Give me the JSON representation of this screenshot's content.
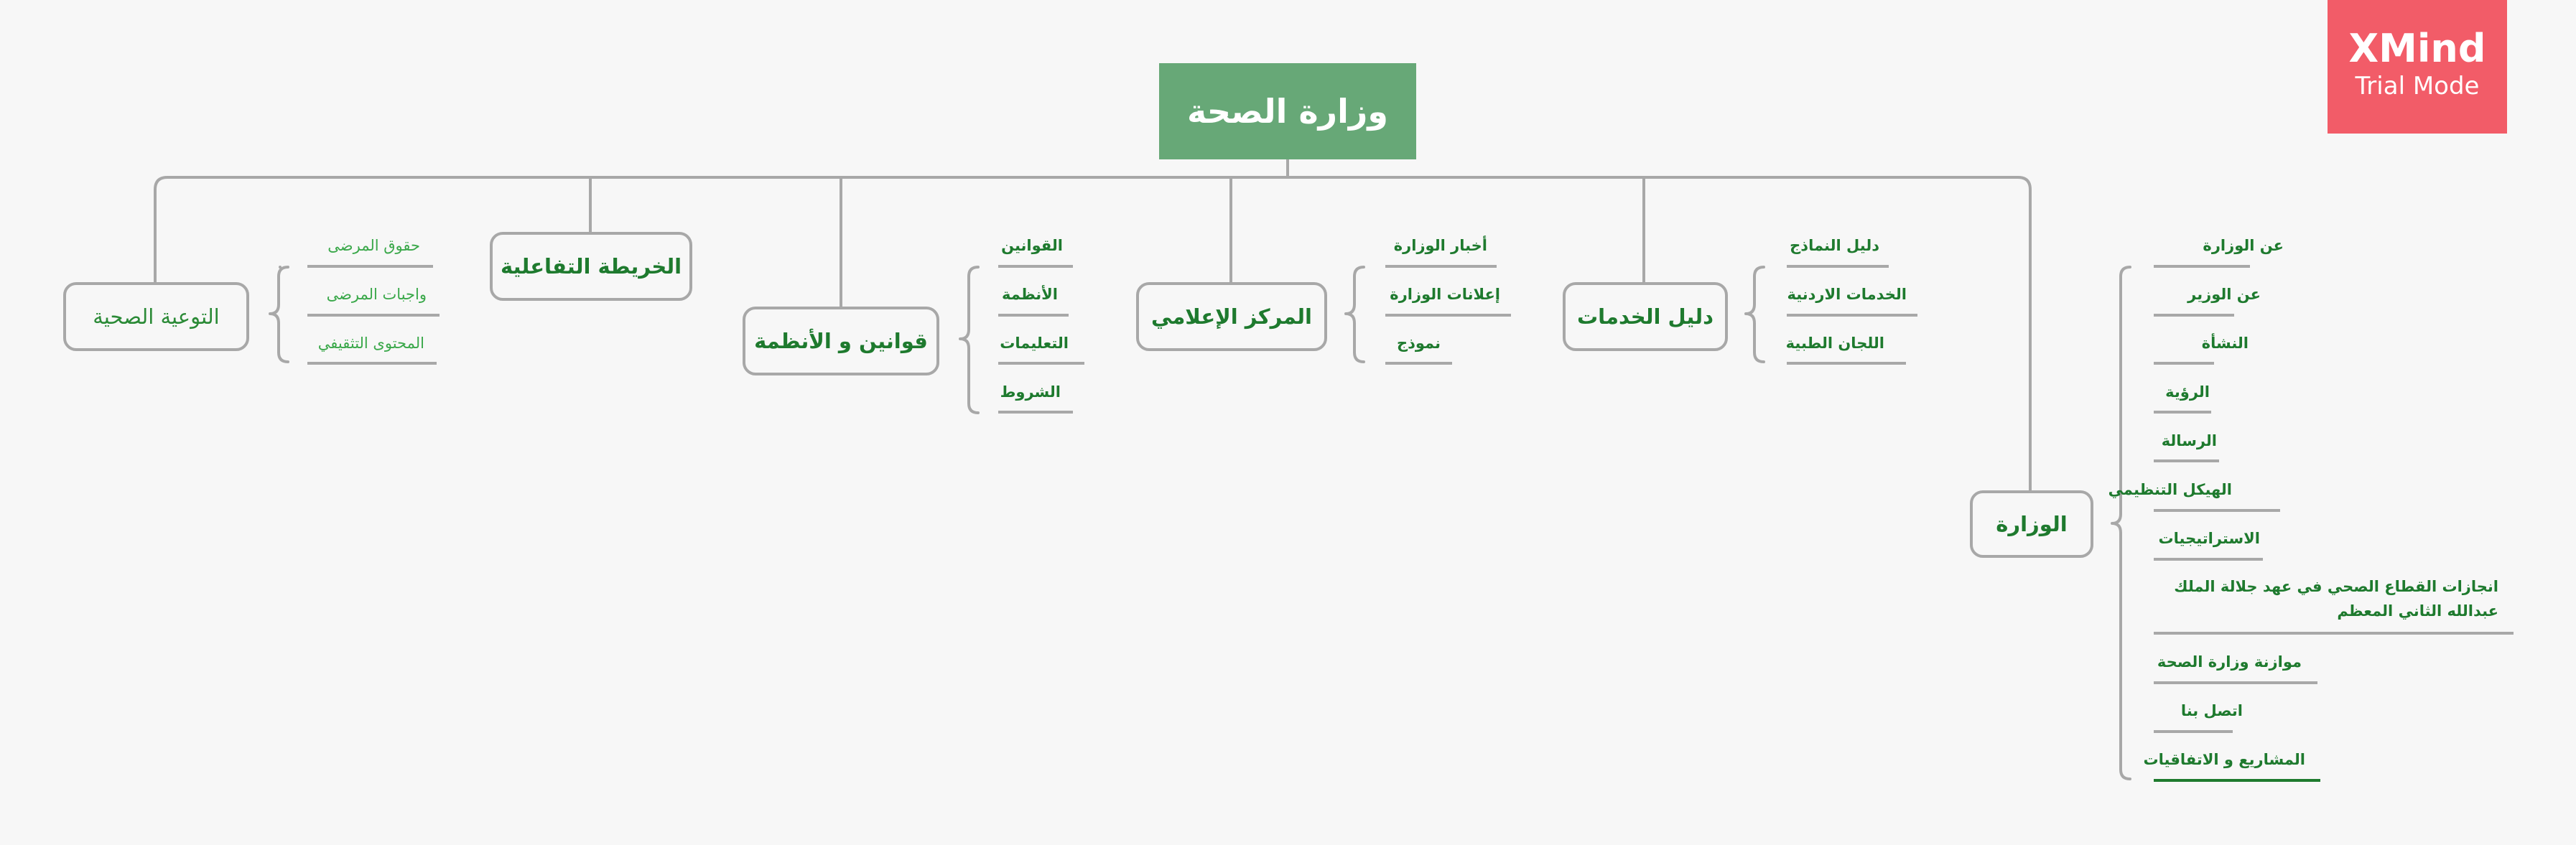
{
  "root": {
    "title": "وزارة الصحة"
  },
  "badge": {
    "brand": "XMind",
    "mode": "Trial Mode"
  },
  "branches": {
    "awareness": {
      "label": "التوعية الصحية",
      "items": [
        "حقوق المرضى",
        "واجبات المرضى",
        "المحتوى التثقيفي"
      ]
    },
    "map": {
      "label": "الخريطة التفاعلية"
    },
    "laws": {
      "label": "قوانين و الأنظمة",
      "items": [
        "القوانين",
        "الأنظمة",
        "التعليمات",
        "الشروط"
      ]
    },
    "media": {
      "label": "المركز الإعلامي",
      "items": [
        "أخبار الوزارة",
        "إعلانات الوزارة",
        "نموذج"
      ]
    },
    "services": {
      "label": "دليل الخدمات",
      "items": [
        "دليل النماذج",
        "الخدمات الاردنية",
        "اللجان الطبية"
      ]
    },
    "ministry": {
      "label": "الوزارة",
      "items": [
        "عن الوزارة",
        "عن الوزير",
        "النشأة",
        "الرؤية",
        "الرسالة",
        "الهيكل التنظيمي",
        "الاستراتيجيات",
        "انجازات القطاع الصحي في عهد جلالة الملك عبدالله الثاني المعظم",
        "موازنة وزارة الصحة",
        "اتصل بنا",
        "المشاريع و الاتفاقيات"
      ]
    }
  }
}
